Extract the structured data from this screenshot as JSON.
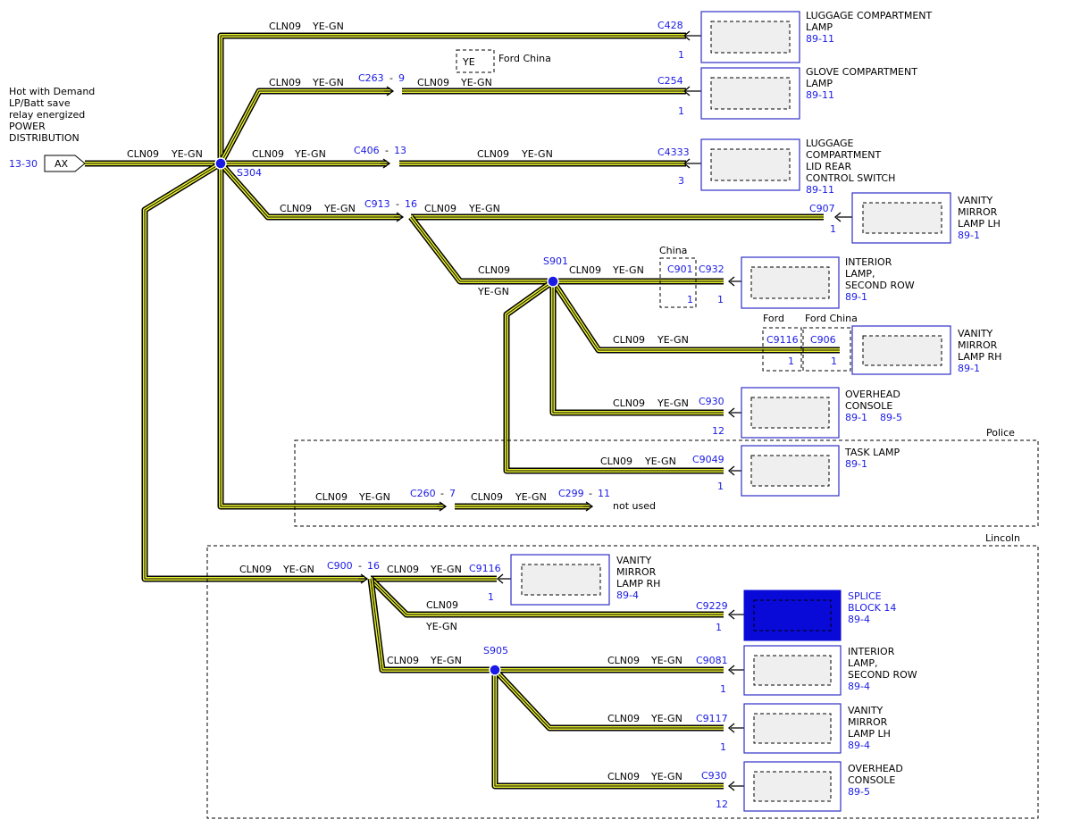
{
  "source": {
    "lines": [
      "Hot with Demand",
      "LP/Batt save",
      "relay energized",
      "POWER",
      "DISTRIBUTION"
    ],
    "page_ref": "13-30",
    "connector": "AX"
  },
  "wire": {
    "circuit": "CLN09",
    "color": "YE-GN"
  },
  "splices": {
    "s304": "S304",
    "s901": "S901",
    "s905": "S905"
  },
  "inline": {
    "c263": "C263",
    "c263_pin": "9",
    "c406": "C406",
    "c406_pin": "13",
    "c913": "C913",
    "c913_pin": "16",
    "c260": "C260",
    "c260_pin": "7",
    "c299": "C299",
    "c299_pin": "11",
    "c900": "C900",
    "c900_pin": "16"
  },
  "variant_labels": {
    "ye": "YE",
    "ford_china_1": "Ford China",
    "china": "China",
    "ford": "Ford",
    "ford_china_2": "Ford China",
    "police": "Police",
    "lincoln": "Lincoln",
    "not_used": "not used"
  },
  "components": [
    {
      "id": "luggage-lamp",
      "connector": "C428",
      "pin": "1",
      "lines": [
        "LUGGAGE COMPARTMENT",
        "LAMP"
      ],
      "page": "89-11"
    },
    {
      "id": "glove-lamp",
      "connector": "C254",
      "pin": "1",
      "lines": [
        "GLOVE COMPARTMENT",
        "LAMP"
      ],
      "page": "89-11"
    },
    {
      "id": "luggage-lid-switch",
      "connector": "C4333",
      "pin": "3",
      "lines": [
        "LUGGAGE",
        "COMPARTMENT",
        "LID REAR",
        "CONTROL SWITCH"
      ],
      "page": "89-11"
    },
    {
      "id": "vanity-lh",
      "connector": "C907",
      "pin": "1",
      "lines": [
        "VANITY",
        "MIRROR",
        "LAMP LH"
      ],
      "page": "89-1"
    },
    {
      "id": "interior-second-row",
      "connector": "C932",
      "pin": "1",
      "extra_connector": "C901",
      "extra_pin": "1",
      "lines": [
        "INTERIOR",
        "LAMP,",
        "SECOND ROW"
      ],
      "page": "89-1"
    },
    {
      "id": "vanity-rh",
      "connector": "C9116",
      "pin": "1",
      "extra_connector": "C906",
      "extra_pin": "1",
      "lines": [
        "VANITY",
        "MIRROR",
        "LAMP RH"
      ],
      "page": "89-1"
    },
    {
      "id": "overhead-console",
      "connector": "C930",
      "pin": "12",
      "lines": [
        "OVERHEAD",
        "CONSOLE"
      ],
      "page": "89-1",
      "page2": "89-5"
    },
    {
      "id": "task-lamp",
      "connector": "C9049",
      "pin": "1",
      "lines": [
        "TASK LAMP"
      ],
      "page": "89-1"
    },
    {
      "id": "lincoln-vanity-rh",
      "connector": "C9116",
      "pin": "1",
      "lines": [
        "VANITY",
        "MIRROR",
        "LAMP RH"
      ],
      "page": "89-4"
    },
    {
      "id": "splice-block-14",
      "connector": "C9229",
      "pin": "1",
      "lines": [
        "SPLICE",
        "BLOCK 14"
      ],
      "page": "89-4"
    },
    {
      "id": "lincoln-interior-second-row",
      "connector": "C9081",
      "pin": "1",
      "lines": [
        "INTERIOR",
        "LAMP,",
        "SECOND ROW"
      ],
      "page": "89-4"
    },
    {
      "id": "lincoln-vanity-lh",
      "connector": "C9117",
      "pin": "1",
      "lines": [
        "VANITY",
        "MIRROR",
        "LAMP LH"
      ],
      "page": "89-4"
    },
    {
      "id": "lincoln-overhead-console",
      "connector": "C930",
      "pin": "12",
      "lines": [
        "OVERHEAD",
        "CONSOLE"
      ],
      "page": "89-5"
    }
  ]
}
